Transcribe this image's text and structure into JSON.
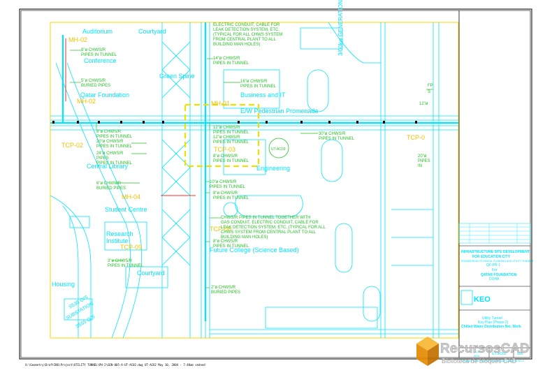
{
  "colors": {
    "background": "#ffffff",
    "linework": "#00e5ff",
    "annotation_green": "#22c222",
    "tcp_label": "#f0c000",
    "manhole_red": "#ff2a2a",
    "frame": "#000000",
    "viewport_border": "#ffd400",
    "logo_orange": "#f29a10"
  },
  "labels": {
    "auditorium": "Auditorium",
    "courtyard_top": "Courtyard",
    "conference": "Conference",
    "qatar_foundation": "Qatar Foundation",
    "green_spine": "Green Spine",
    "business_it": "Business and IT",
    "pedestrian_promenade": "E/W Pedestrian Promenade",
    "central_library": "Central Library",
    "engineering": "Engineering",
    "student_centre": "Student Centre",
    "research_institute_1": "Research",
    "research_institute_2": "Institute",
    "courtyard_bottom": "Courtyard",
    "future_college": "Future College (Science Based)",
    "housing": "Housing",
    "generation": "3/00kw GENERATION",
    "mh02_top": "MH-02",
    "mh02_mid": "MH-02",
    "mh04": "MH-04",
    "mh01": "MH-01",
    "tcp02": "TCP-02",
    "tcp03": "TCP-03",
    "tcp08": "TCP-08",
    "tcp09": "TCP-09",
    "tcp_right": "TCP-0",
    "ut_ac03": "UT-AC03",
    "substation_1": "SUBSTATION",
    "substation_2": "S555 O/S",
    "substation_3": "S535 O/S",
    "pipe_8in": "8\"ø CHWS/R",
    "pipes_in_tunnel": "PIPES IN TUNNEL",
    "pipe_5in": "5\"ø CHWS/R",
    "buried_pipes": "BURIED PIPES",
    "pipe_14in": "14\"ø CHWS/R",
    "pipe_16in": "16\"ø CHWS/R",
    "pipe_8in_b": "8\"ø CHWS/R",
    "pipe_20in": "20\"ø CHWS/R",
    "pipe_24in": "24\"ø CHWS/R",
    "pipe_30in": "30\"ø CHWS/R",
    "pipe_12in": "12\"ø CHWS/R",
    "pipe_10in": "10\"ø CHWS/R",
    "pipe_3in": "3\"ø CHWS/R",
    "pipe_2in": "2\"ø CHWS/R",
    "pipe_6in": "6\"ø CHWS/R",
    "note_top_1": "ELECTRIC CONDUIT, CABLE FOR",
    "note_top_2": "LEAK DETECTION SYSTEM, ETC.",
    "note_top_3": "(TYPICAL FOR ALL CHWS SYSTEM",
    "note_top_4": "FROM CENTRAL PLANT TO ALL",
    "note_top_5": "BUILDING MAN HOLES)",
    "note_mid_1": "CHWS/R PIPES IN TUNNEL TOGETHER WITH",
    "note_mid_2": "GAS CONDUIT, ELECTRIC CONDUIT, CABLE FOR",
    "note_mid_3": "LEAK DETECTION SYSTEM, ETC. (TYPICAL FOR ALL",
    "note_mid_4": "CHWS SYSTEM FROM CENTRAL PLANT TO ALL",
    "note_mid_5": "BUILDING MAN HOLES)",
    "right_12in": "12\"ø",
    "right_20in": "20\"ø",
    "right_pipes": "PIPES",
    "right_in": "IN",
    "right_fp": "FP",
    "right_s": "S"
  },
  "title_block": {
    "project_1": "INFRASTRUCTURE SITE DEVELOPMENT",
    "project_2": "FOR EDUCATION CITY",
    "project_3": "ENGINEERING/TECHNICAL PLANNING AND UTILITY TUNNELS",
    "project_4": "QF-PR-1",
    "client_1": "For",
    "client_2": "QATAR FOUNDATION",
    "client_3": "DOHA",
    "logo": "KEO",
    "sheet_title_1": "Utility Tunnel",
    "sheet_title_2": "Key Plan (Phase-2)",
    "sheet_title_3": "Chilled Water Distribution Net. Work",
    "drawing_no": "UT-AC02",
    "rev": "100",
    "scale_label": "SCALE",
    "scale_value": "NTS",
    "copyright": "Copyright © 2004 by KEO International Consultants W.L.L."
  },
  "footer": {
    "file_path": "X:\\Geometry\\DraftING\\Project\\UTILITY TUNNEL\\PH-2\\GEN-005-A-UT-AC02.dwg  UT-ACO2    May 10, 2004 - 7:48am    vedoed"
  },
  "watermark": {
    "brand": "RecursosCAD",
    "tagline": "Biblioteca de bloques CAD"
  }
}
